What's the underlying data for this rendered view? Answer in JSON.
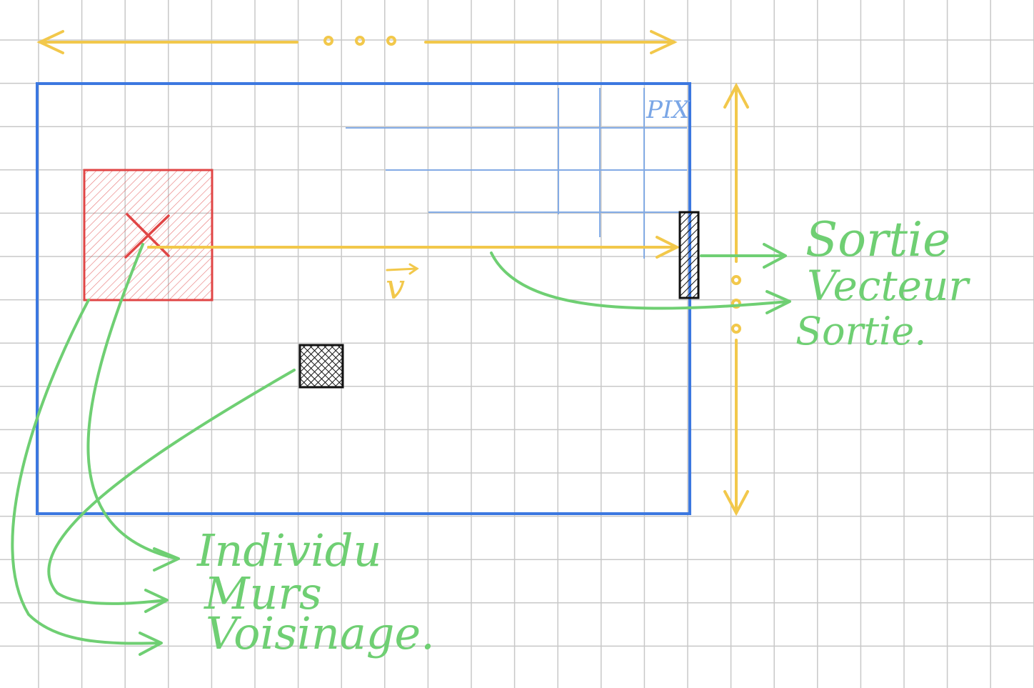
{
  "colors": {
    "paper": "#ffffff",
    "grid": "#c8c8c8",
    "frame": "#3c78e0",
    "fine_grid": "#7aa6e6",
    "agent": "#e04545",
    "dimension": "#f2c84b",
    "annotation": "#6fcf73",
    "ink": "#111111"
  },
  "labels": {
    "pixel": "PIX",
    "vector": "v",
    "outputs": [
      "Sortie",
      "Vecteur",
      "Sortie."
    ],
    "inputs": [
      "Individu",
      "Murs",
      "Voisinage."
    ]
  },
  "icons": {
    "agent_marker": "cross-icon",
    "wall": "crosshatch-square-icon",
    "exit": "hatched-bar-icon"
  }
}
